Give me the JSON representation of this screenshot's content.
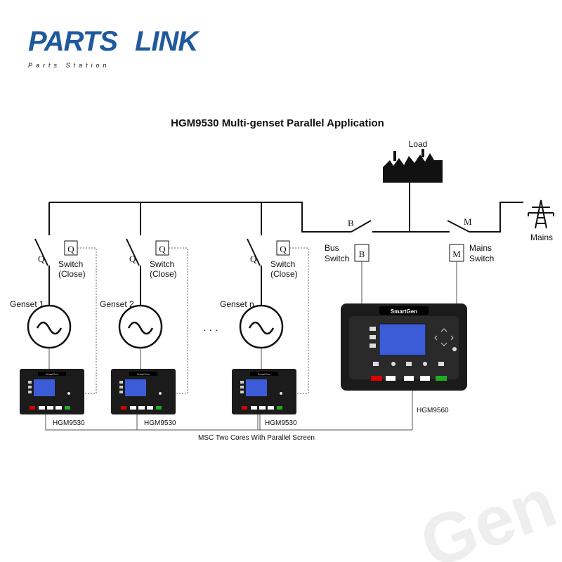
{
  "logo": {
    "main": "PARTSLINK",
    "parts": "PARTS",
    "link": "LINK",
    "tagline": "Parts Station",
    "color": "#1f5a9c"
  },
  "title": "HGM9530 Multi-genset Parallel Application",
  "load_label": "Load",
  "mains_label": "Mains",
  "gensets": [
    {
      "name": "Genset 1",
      "switch_letter": "Q",
      "switch_label_1": "Switch",
      "switch_label_2": "(Close)",
      "controller": "HGM9530"
    },
    {
      "name": "Genset 2",
      "switch_letter": "Q",
      "switch_label_1": "Switch",
      "switch_label_2": "(Close)",
      "controller": "HGM9530"
    },
    {
      "name": "Genset n",
      "switch_letter": "Q",
      "switch_label_1": "Switch",
      "switch_label_2": "(Close)",
      "controller": "HGM9530"
    }
  ],
  "ellipsis": "· · ·",
  "bus_switch": {
    "letter": "B",
    "label_1": "Bus",
    "label_2": "Switch"
  },
  "mains_switch": {
    "letter": "M",
    "label_1": "Mains",
    "label_2": "Switch"
  },
  "main_controller": {
    "model": "HGM9560",
    "brand": "SmartGen"
  },
  "controller_brand_small": "SmartGen",
  "bus_caption": "MSC Two Cores With Parallel Screen",
  "watermark": "Gen"
}
